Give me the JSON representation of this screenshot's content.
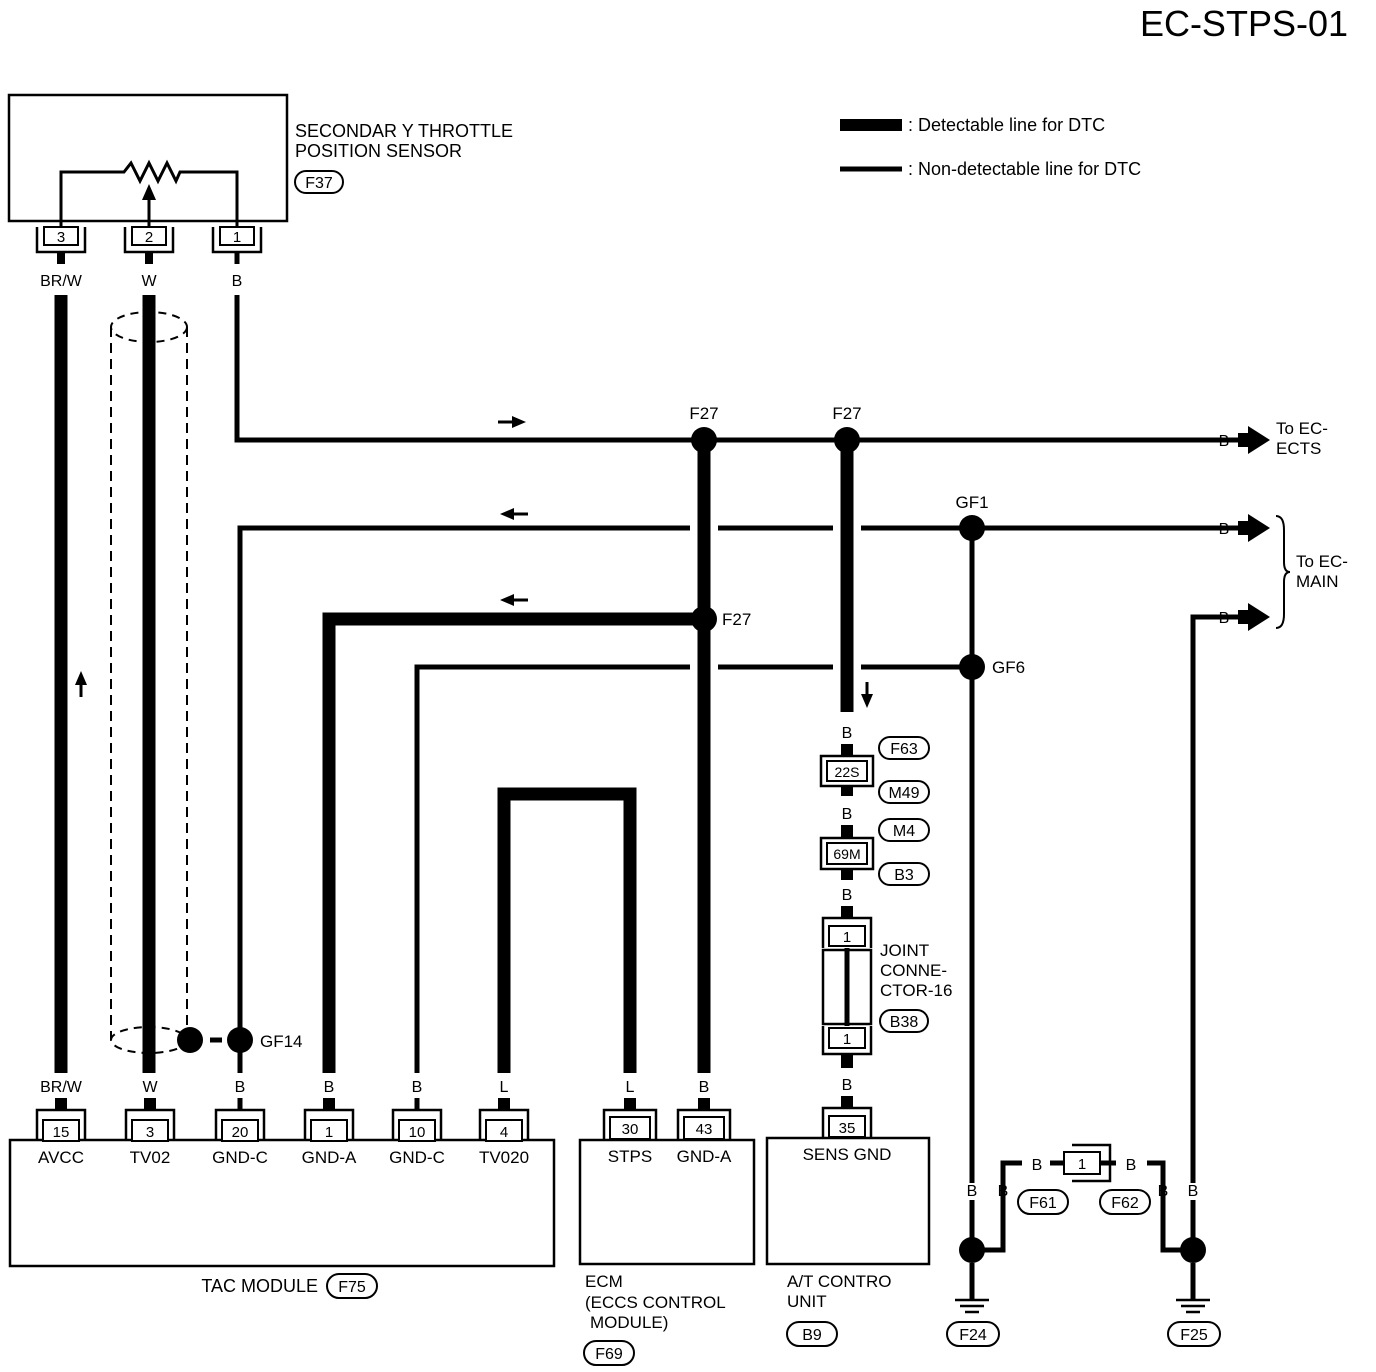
{
  "title": "EC-STPS-01",
  "legend": {
    "detectable": ": Detectable line for DTC",
    "non_detectable": ": Non-detectable line for DTC"
  },
  "sensor": {
    "name_line1": "SECONDAR Y THROTTLE",
    "name_line2": "POSITION SENSOR",
    "connector": "F37",
    "pins": [
      "3",
      "2",
      "1"
    ],
    "wires": [
      "BR/W",
      "W",
      "B"
    ]
  },
  "junctions": {
    "f27_a": "F27",
    "f27_b": "F27",
    "f27_c": "F27",
    "gf1": "GF1",
    "gf6": "GF6",
    "gf14": "GF14"
  },
  "destinations": {
    "ects_line1": "To EC-",
    "ects_line2": "ECTS",
    "main_line1": "To EC-",
    "main_line2": "MAIN"
  },
  "branch_wires": {
    "ects": "B",
    "main_1": "B",
    "main_2": "B",
    "gf1_ground": "B",
    "f25_ground": "B"
  },
  "jumper": {
    "wire_left": "B",
    "wire_right": "B",
    "wire_left_down": "B",
    "wire_right_down": "B",
    "pin": "1",
    "connector_left": "F61",
    "connector_right": "F62"
  },
  "at_chain": {
    "w1": "B",
    "conn1": "22S",
    "conn1_top": "F63",
    "conn1_bottom": "M49",
    "w2": "B",
    "conn2": "69M",
    "conn2_top": "M4",
    "conn2_bottom": "B3",
    "w3": "B",
    "joint_pin_top": "1",
    "joint_line1": "JOINT",
    "joint_line2": "CONNE-",
    "joint_line3": "CTOR-16",
    "joint_connector": "B38",
    "joint_pin_bottom": "1",
    "w4": "B"
  },
  "tac_module": {
    "name": "TAC MODULE",
    "connector": "F75",
    "pins": [
      {
        "num": "15",
        "name": "AVCC",
        "wire": "BR/W"
      },
      {
        "num": "3",
        "name": "TV02",
        "wire": "W"
      },
      {
        "num": "20",
        "name": "GND-C",
        "wire": "B"
      },
      {
        "num": "1",
        "name": "GND-A",
        "wire": "B"
      },
      {
        "num": "10",
        "name": "GND-C",
        "wire": "B"
      },
      {
        "num": "4",
        "name": "TV020",
        "wire": "L"
      }
    ]
  },
  "ecm": {
    "name_line1": "ECM",
    "name_line2": "(ECCS CONTROL",
    "name_line3": "MODULE)",
    "connector": "F69",
    "pins": [
      {
        "num": "30",
        "name": "STPS",
        "wire": "L"
      },
      {
        "num": "43",
        "name": "GND-A",
        "wire": "B"
      }
    ]
  },
  "at_unit": {
    "name_line1": "A/T CONTRO",
    "name_line2": "UNIT",
    "connector": "B9",
    "pin": {
      "num": "35",
      "name": "SENS GND",
      "wire": "B"
    }
  },
  "grounds": {
    "left": "F24",
    "right": "F25"
  }
}
